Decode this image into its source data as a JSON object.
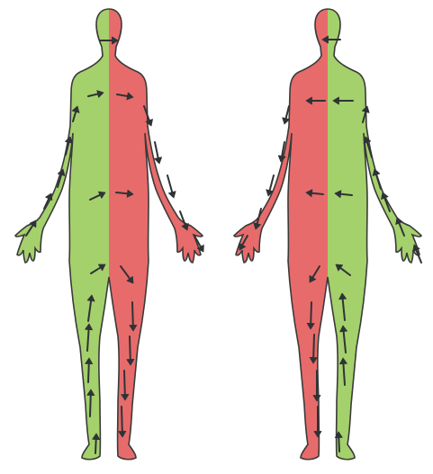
{
  "colors": {
    "green": "#a4d16b",
    "red": "#e86b6b",
    "outline": "#3a3a3a",
    "arrow": "#2f3336",
    "background": "#ffffff"
  },
  "figures": [
    {
      "name": "front-figure",
      "left_half_color": "green",
      "right_half_color": "red",
      "arrow_count": 26
    },
    {
      "name": "back-figure",
      "left_half_color": "red",
      "right_half_color": "green",
      "arrow_count": 26
    }
  ]
}
